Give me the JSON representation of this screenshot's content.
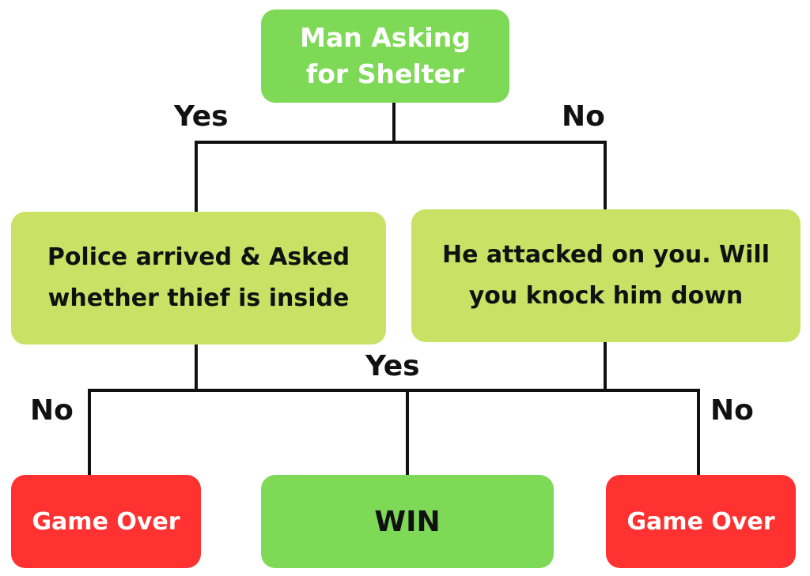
{
  "colors": {
    "root": "#7ED957",
    "question": "#C9E265",
    "win": "#7ED957",
    "game_over": "#FF3131",
    "line": "#111111"
  },
  "nodes": {
    "root": [
      "Man Asking",
      "for Shelter"
    ],
    "police": [
      "Police arrived & Asked",
      "whether thief is inside"
    ],
    "attacked": [
      "He attacked on you. Will",
      "you knock him down"
    ],
    "game_over_left": "Game Over",
    "win": "WIN",
    "game_over_right": "Game Over"
  },
  "edge_labels": {
    "yes_top": "Yes",
    "no_top": "No",
    "yes_mid": "Yes",
    "no_left": "No",
    "no_right": "No"
  }
}
